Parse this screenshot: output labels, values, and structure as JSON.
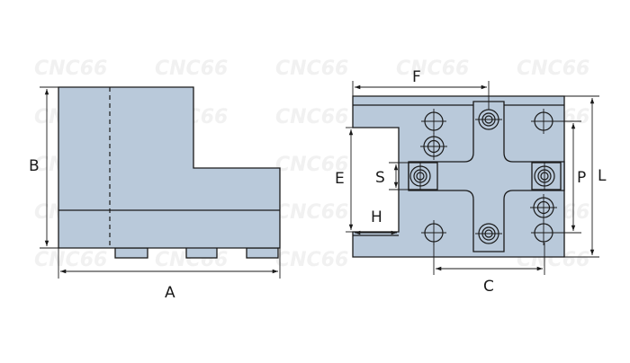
{
  "watermark": {
    "text": "CNC66"
  },
  "side_view": {
    "dims": {
      "width": "A",
      "height": "B"
    }
  },
  "top_view": {
    "dims": {
      "hole_offset": "F",
      "length_e": "E",
      "slot": "S",
      "pitch_p": "P",
      "overall_l": "L",
      "step_h": "H",
      "spacing_c": "C"
    }
  }
}
